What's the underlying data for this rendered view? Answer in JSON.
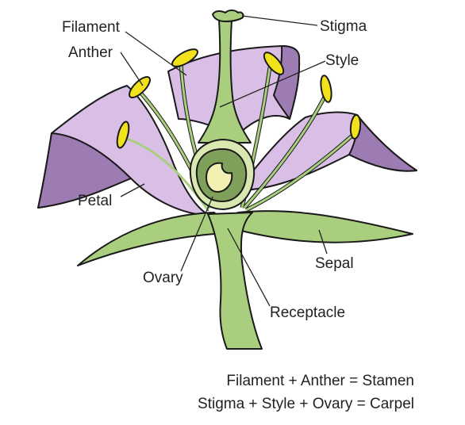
{
  "colors": {
    "petal_light": "#d9bfe6",
    "petal_dark": "#9c7cb3",
    "green_light": "#a9cf7e",
    "green_dark": "#7fa05a",
    "ovary_inner": "#f3f0b4",
    "anther": "#f2e21c",
    "outline": "#1a1a1a"
  },
  "labels": {
    "filament": "Filament",
    "anther": "Anther",
    "stigma": "Stigma",
    "style": "Style",
    "petal": "Petal",
    "sepal": "Sepal",
    "ovary": "Ovary",
    "receptacle": "Receptacle"
  },
  "equations": {
    "stamen": "Filament + Anther = Stamen",
    "carpel": "Stigma + Style + Ovary = Carpel"
  }
}
